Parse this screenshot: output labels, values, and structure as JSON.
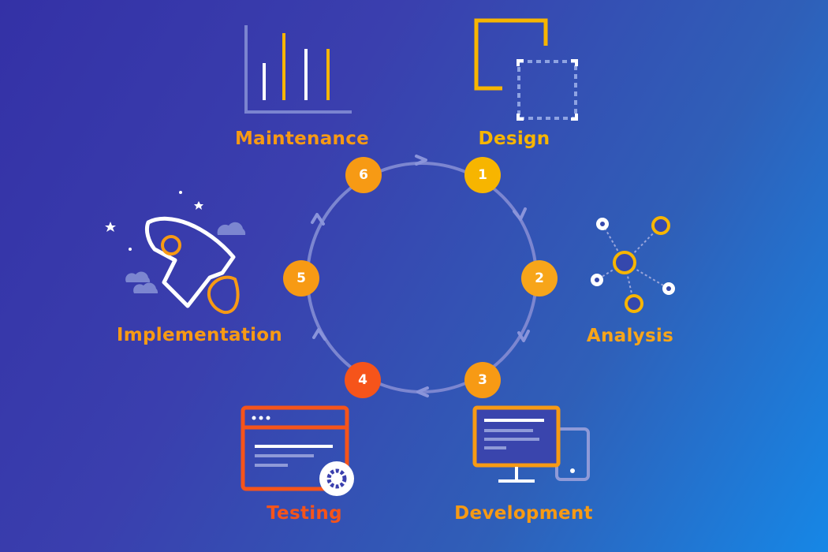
{
  "colors": {
    "yellow": "#f7b500",
    "orange": "#f79a14",
    "deep_orange": "#f76b12",
    "red_orange": "#f6541a",
    "ring": "#7c86d0",
    "white": "#ffffff"
  },
  "stages": [
    {
      "number": "1",
      "label": "Design",
      "icon": "design-frame-icon",
      "color": "#f7b500"
    },
    {
      "number": "2",
      "label": "Analysis",
      "icon": "analysis-network-icon",
      "color": "#f7a51a"
    },
    {
      "number": "3",
      "label": "Development",
      "icon": "computer-monitor-icon",
      "color": "#f79a14"
    },
    {
      "number": "4",
      "label": "Testing",
      "icon": "browser-gear-icon",
      "color": "#f6541a"
    },
    {
      "number": "5",
      "label": "Implementation",
      "icon": "rocket-icon",
      "color": "#f79a14"
    },
    {
      "number": "6",
      "label": "Maintenance",
      "icon": "bar-chart-icon",
      "color": "#f79a14"
    }
  ]
}
